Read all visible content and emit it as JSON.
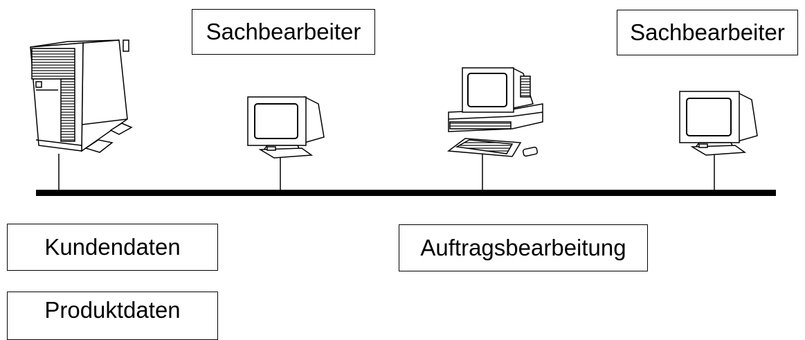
{
  "labels": {
    "sachbearbeiter_1": "Sachbearbeiter",
    "sachbearbeiter_2": "Sachbearbeiter",
    "kundendaten": "Kundendaten",
    "produktdaten": "Produktdaten",
    "auftragsbearbeitung": "Auftragsbearbeitung"
  },
  "colors": {
    "line": "#000000",
    "background": "#ffffff"
  },
  "icons": [
    "server-tower-icon",
    "terminal-monitor-icon",
    "workstation-pc-icon",
    "terminal-monitor-icon"
  ]
}
